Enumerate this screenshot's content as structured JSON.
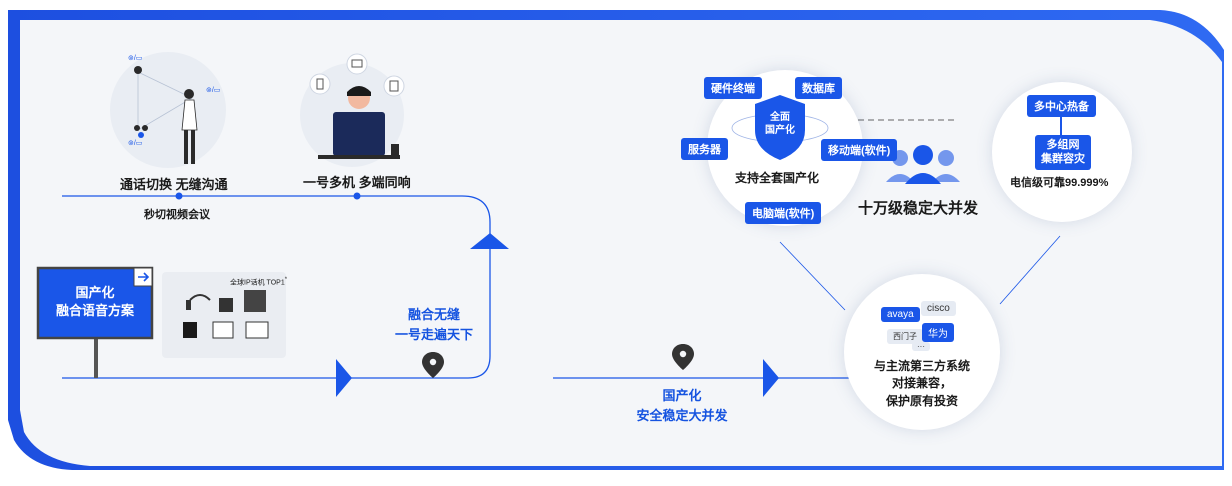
{
  "left_panel": {
    "call_switch_caption": "通话切换 无缝沟通",
    "video_conf_caption": "秒切视频会议",
    "multi_device_caption": "一号多机 多端同响",
    "solution_sign": [
      "国产化",
      "融合语音方案"
    ],
    "products_badge": "全球IP话机 TOP1",
    "products_badge_sup": "*",
    "seamless_label": [
      "融合无缝",
      "一号走遍天下"
    ],
    "mini_icon_text": "⊚/▭"
  },
  "center": {
    "security_label": [
      "国产化",
      "安全稳定大并发"
    ]
  },
  "domestic_circle": {
    "shield_text": [
      "全面",
      "国产化"
    ],
    "tags": [
      "硬件终端",
      "数据库",
      "服务器",
      "移动端(软件)",
      "电脑端(软件)"
    ],
    "caption": "支持全套国产化"
  },
  "concurrency": {
    "caption": "十万级稳定大并发"
  },
  "disaster_circle": {
    "top_tag": "多中心热备",
    "mid_tag": [
      "多组网",
      "集群容灾"
    ],
    "caption": "电信级可靠99.999%"
  },
  "compat_circle": {
    "vendors": [
      "avaya",
      "cisco",
      "西门子",
      "华为",
      "···"
    ],
    "caption": [
      "与主流第三方系统",
      "对接兼容，",
      "保护原有投资"
    ]
  },
  "colors": {
    "accent": "#1553e0",
    "frame": "#1a56e8",
    "panel_bg": "#f4f6f9"
  }
}
